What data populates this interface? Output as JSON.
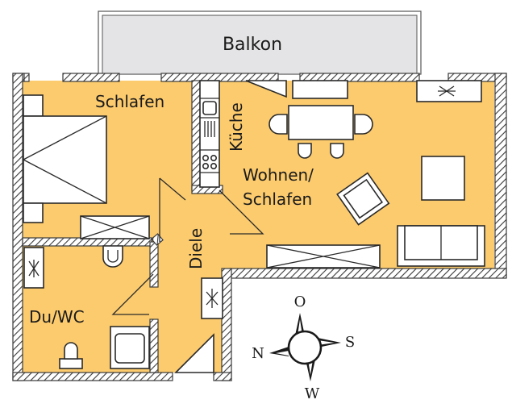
{
  "plan": {
    "floor_color": "#FCCB6E",
    "balcony_color": "#E4E4E6",
    "wall_color": "#3a3a3a"
  },
  "rooms": {
    "balkon": "Balkon",
    "schlafen": "Schlafen",
    "kueche": "Küche",
    "wohnen_line1": "Wohnen/",
    "wohnen_line2": "Schlafen",
    "diele": "Diele",
    "du_wc": "Du/WC"
  },
  "compass": {
    "top": "O",
    "right": "S",
    "bottom": "W",
    "left": "N"
  }
}
